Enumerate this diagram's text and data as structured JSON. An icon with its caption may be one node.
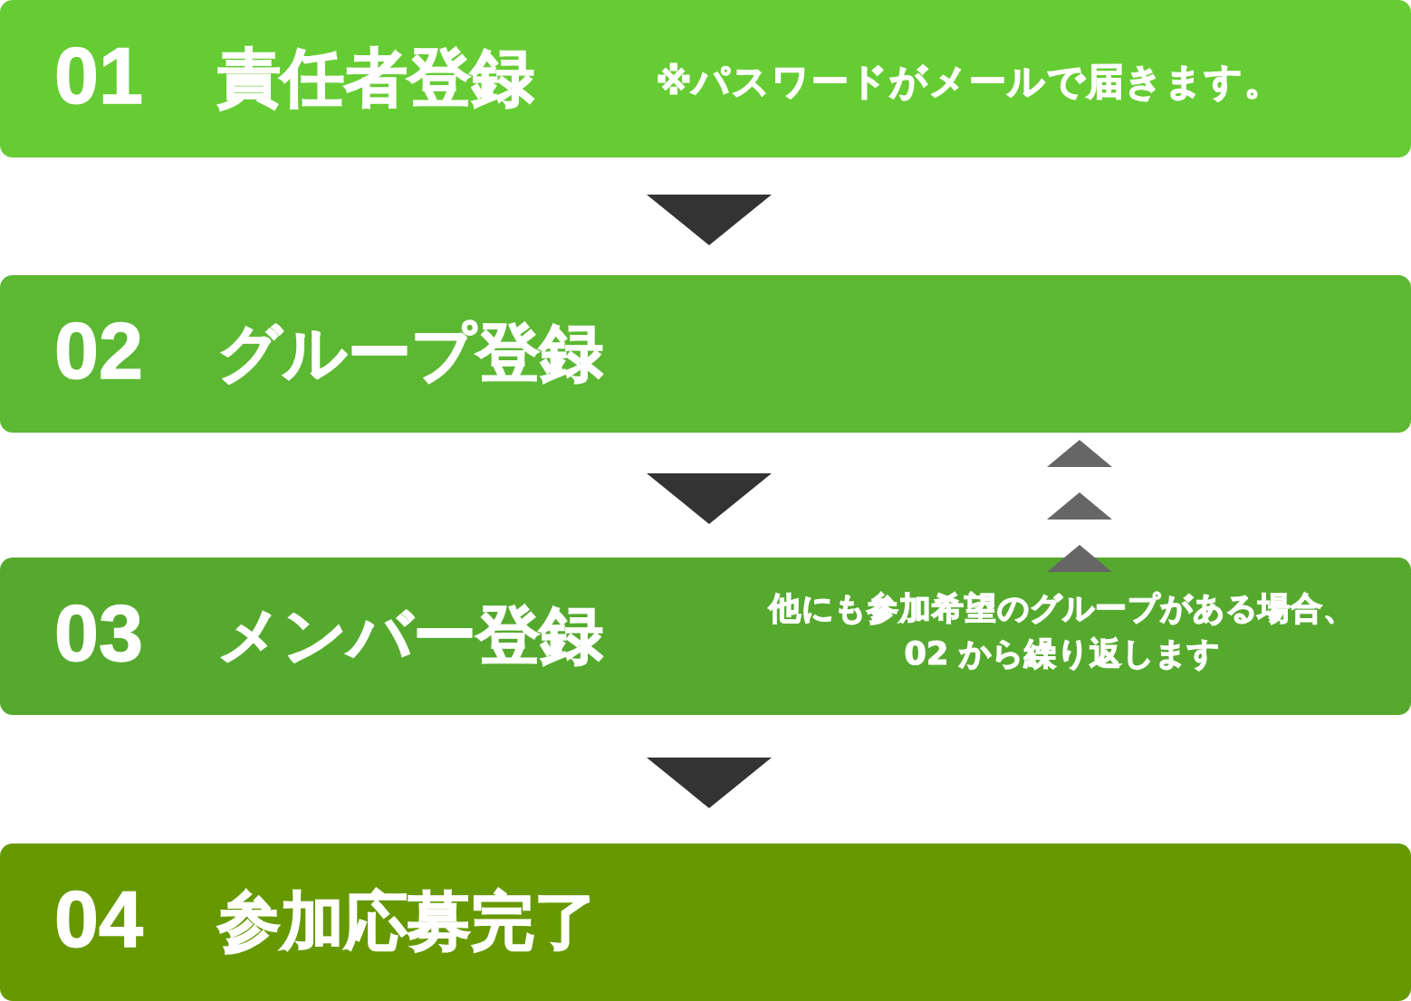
{
  "diagram": {
    "nodes": [
      {
        "text": [
          "01",
          "責任者登録",
          "※パスワードがメールで届きます。"
        ]
      },
      {
        "text": [
          "02",
          "グループ登録"
        ]
      },
      {
        "text": [
          "03",
          "メンバー登録",
          "他にも参加希望のグループがある場合、02 から繰り返します"
        ]
      },
      {
        "text": [
          "04",
          "参加応募完了"
        ]
      }
    ],
    "edges": [
      {
        "from": 0,
        "to": 1,
        "arrow": "to"
      },
      {
        "from": 1,
        "to": 2,
        "arrow": "to"
      },
      {
        "from": 2,
        "to": 3,
        "arrow": "to"
      },
      {
        "from": 2,
        "to": 1,
        "arrow": "to",
        "color": "#666666"
      }
    ]
  }
}
